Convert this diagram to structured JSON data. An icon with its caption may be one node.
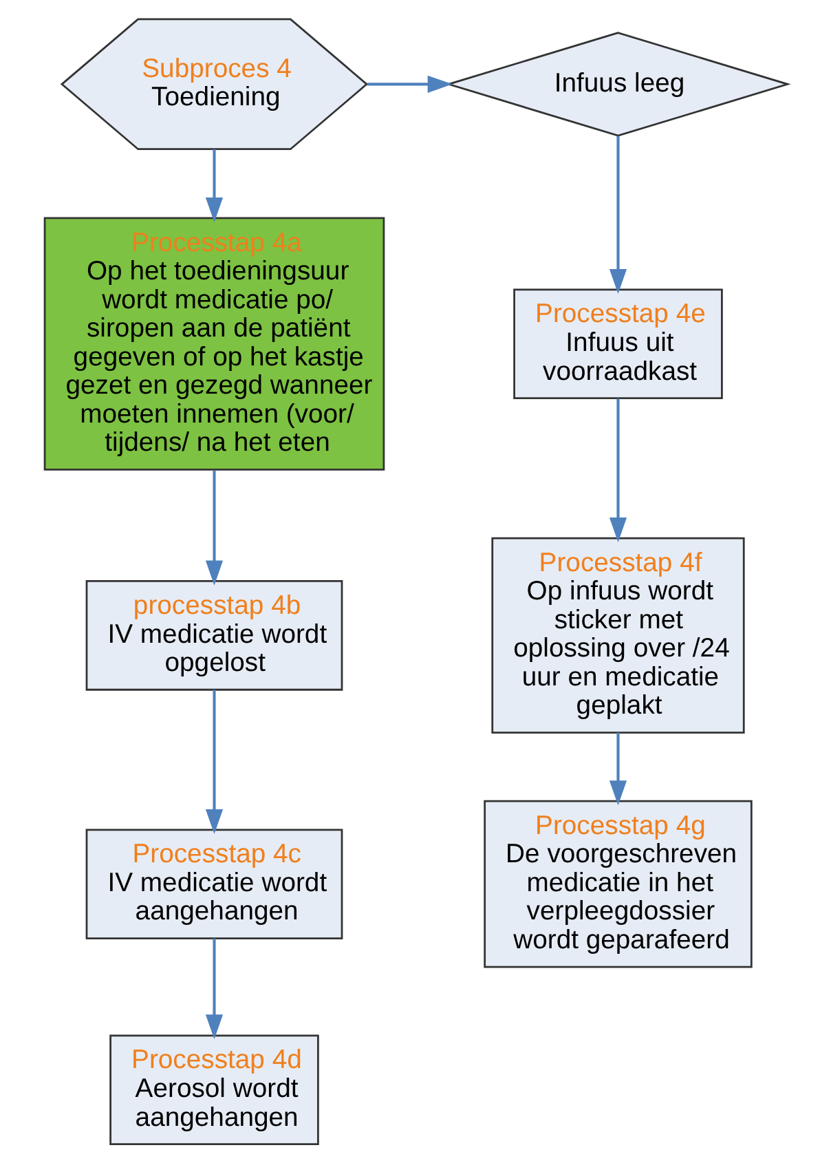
{
  "diagram": {
    "nodes": [
      {
        "text": [
          "Subproces 4",
          "Toediening"
        ]
      },
      {
        "text": [
          "Infuus leeg"
        ]
      },
      {
        "text": [
          "Processtap 4a",
          "Op het toedieningsuur wordt medicatie po/ siropen aan de patiënt gegeven of op het kastje gezet en gezegd wanneer moeten innemen (voor/ tijdens/ na het eten"
        ]
      },
      {
        "text": [
          "processtap 4b",
          "IV medicatie wordt opgelost"
        ]
      },
      {
        "text": [
          "Processtap 4c",
          "IV medicatie wordt aangehangen"
        ]
      },
      {
        "text": [
          "Processtap 4d",
          "Aerosol wordt aangehangen"
        ]
      },
      {
        "text": [
          "Processtap 4e",
          "Infuus uit voorraadkast"
        ]
      },
      {
        "text": [
          "Processtap 4f",
          "Op infuus wordt sticker met oplossing over /24 uur en medicatie geplakt"
        ]
      },
      {
        "text": [
          "Processtap 4g",
          "De voorgeschreven medicatie in het verpleegdossier wordt geparafeerd"
        ]
      }
    ],
    "edges": [
      {
        "from": 0,
        "to": 1,
        "arrow": "to"
      },
      {
        "from": 0,
        "to": 2,
        "arrow": "to"
      },
      {
        "from": 2,
        "to": 3,
        "arrow": "to"
      },
      {
        "from": 3,
        "to": 4,
        "arrow": "to"
      },
      {
        "from": 4,
        "to": 5,
        "arrow": "to"
      },
      {
        "from": 1,
        "to": 6,
        "arrow": "to"
      },
      {
        "from": 6,
        "to": 7,
        "arrow": "to"
      },
      {
        "from": 7,
        "to": 8,
        "arrow": "to"
      }
    ]
  }
}
